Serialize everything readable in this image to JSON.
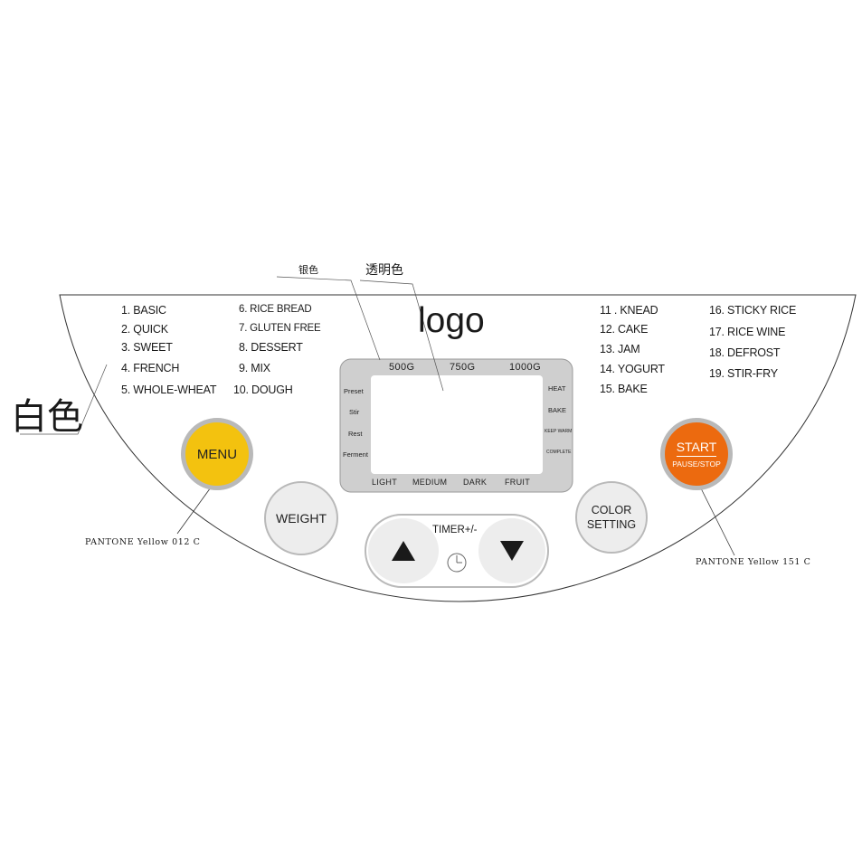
{
  "annotations": {
    "silver": "银色",
    "transparent": "透明色",
    "white": "白色",
    "pantone_menu": "PANTONE Yellow 012 C",
    "pantone_start": "PANTONE Yellow 151 C"
  },
  "logo": "logo",
  "menu_col1": [
    "1.  BASIC",
    "2. QUICK",
    "3.  SWEET",
    "4. FRENCH",
    "5. WHOLE-WHEAT"
  ],
  "menu_col2": [
    "6. RICE BREAD",
    "7.  GLUTEN FREE",
    "8. DESSERT",
    "9. MIX",
    "10. DOUGH"
  ],
  "menu_col3": [
    "11 . KNEAD",
    "12. CAKE",
    "13. JAM",
    "14. YOGURT",
    "15. BAKE"
  ],
  "menu_col4": [
    "16. STICKY RICE",
    "17. RICE WINE",
    "18. DEFROST",
    "19. STIR-FRY"
  ],
  "lcd": {
    "weights": [
      "500G",
      "750G",
      "1000G"
    ],
    "left_labels": [
      "Preset",
      "Stir",
      "Rest",
      "Ferment"
    ],
    "right_labels": [
      "HEAT",
      "BAKE",
      "KEEP WARM",
      "COMPLETE"
    ],
    "colors": [
      "LIGHT",
      "MEDIUM",
      "DARK",
      "FRUIT"
    ]
  },
  "buttons": {
    "menu": "MENU",
    "weight": "WEIGHT",
    "color_line1": "COLOR",
    "color_line2": "SETTING",
    "start": "START",
    "pause": "PAUSE/STOP",
    "timer": "TIMER+/-"
  },
  "colors": {
    "menu_button": "#f3c20f",
    "start_button": "#ec6a0f",
    "lcd_frame": "#cfcfcf",
    "button_grey": "#ededed"
  }
}
